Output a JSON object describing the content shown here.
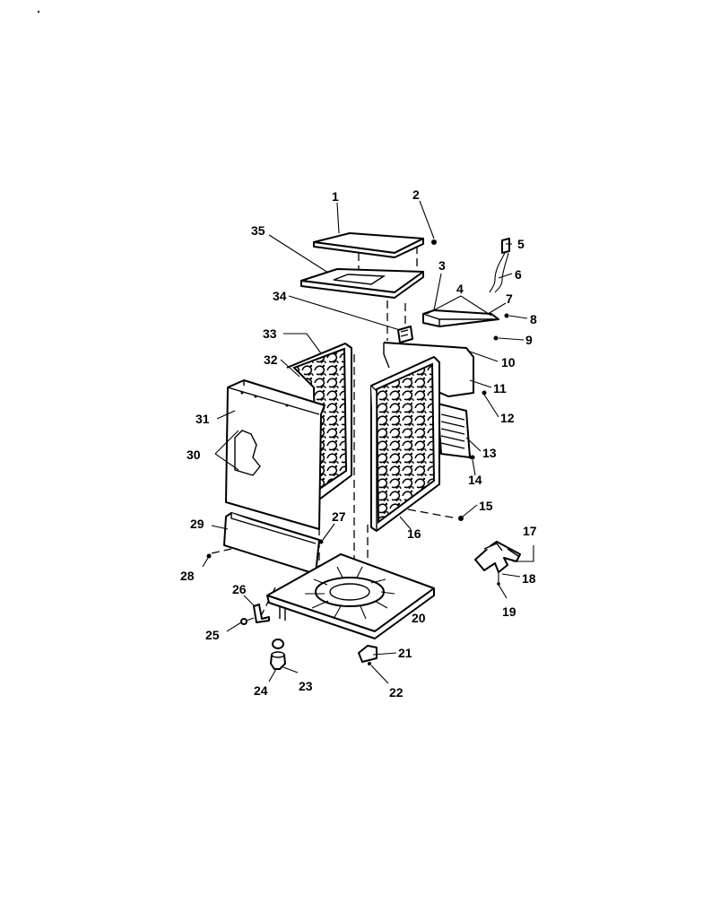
{
  "diagram": {
    "type": "exploded-parts-diagram",
    "line_color": "#000000",
    "background": "#ffffff",
    "callouts": [
      {
        "id": "1",
        "label": "1"
      },
      {
        "id": "2",
        "label": "2"
      },
      {
        "id": "3",
        "label": "3"
      },
      {
        "id": "4",
        "label": "4"
      },
      {
        "id": "5",
        "label": "5"
      },
      {
        "id": "6",
        "label": "6"
      },
      {
        "id": "7",
        "label": "7"
      },
      {
        "id": "8",
        "label": "8"
      },
      {
        "id": "9",
        "label": "9"
      },
      {
        "id": "10",
        "label": "10"
      },
      {
        "id": "11",
        "label": "11"
      },
      {
        "id": "12",
        "label": "12"
      },
      {
        "id": "13",
        "label": "13"
      },
      {
        "id": "14",
        "label": "14"
      },
      {
        "id": "15",
        "label": "15"
      },
      {
        "id": "16",
        "label": "16"
      },
      {
        "id": "17",
        "label": "17"
      },
      {
        "id": "18",
        "label": "18"
      },
      {
        "id": "19",
        "label": "19"
      },
      {
        "id": "20",
        "label": "20"
      },
      {
        "id": "21",
        "label": "21"
      },
      {
        "id": "22",
        "label": "22"
      },
      {
        "id": "23",
        "label": "23"
      },
      {
        "id": "24",
        "label": "24"
      },
      {
        "id": "25",
        "label": "25"
      },
      {
        "id": "26",
        "label": "26"
      },
      {
        "id": "27",
        "label": "27"
      },
      {
        "id": "28",
        "label": "28"
      },
      {
        "id": "29",
        "label": "29"
      },
      {
        "id": "30",
        "label": "30"
      },
      {
        "id": "31",
        "label": "31"
      },
      {
        "id": "32",
        "label": "32"
      },
      {
        "id": "33",
        "label": "33"
      },
      {
        "id": "34",
        "label": "34"
      },
      {
        "id": "35",
        "label": "35"
      }
    ]
  }
}
